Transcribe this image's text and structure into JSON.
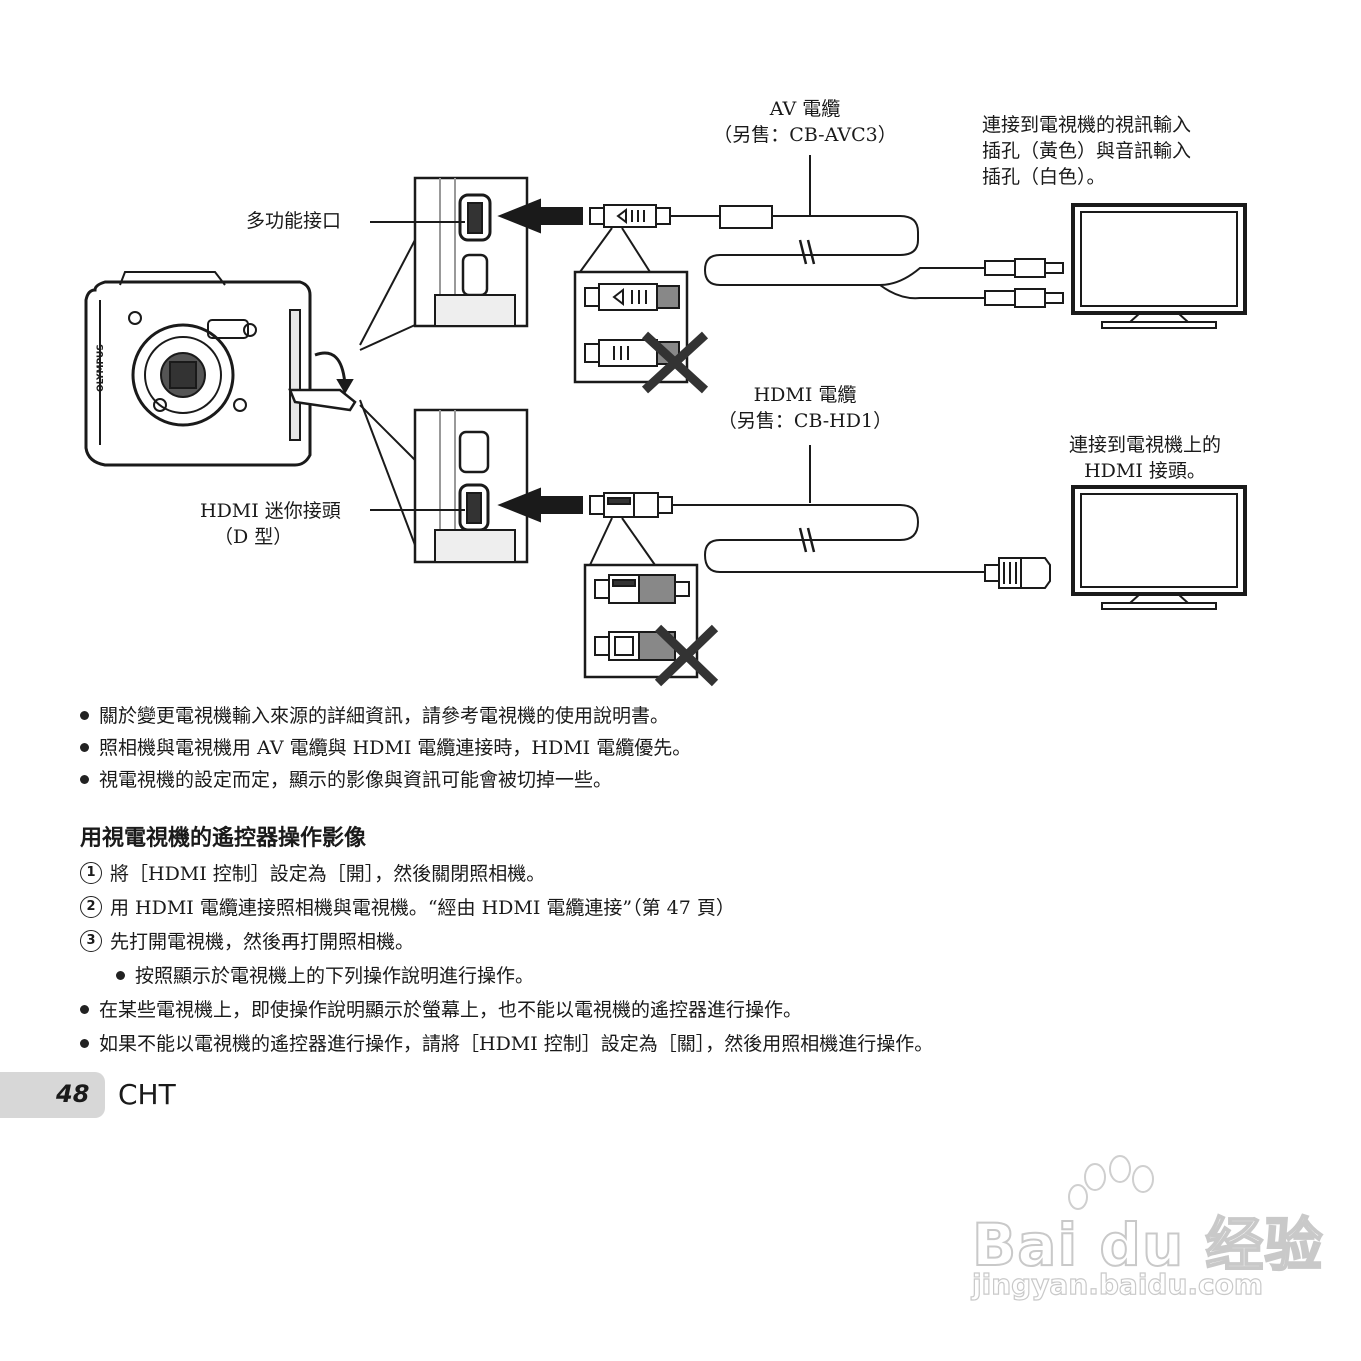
{
  "labels": {
    "av_cable": [
      "AV 電纜",
      "（另售：CB-AVC3）"
    ],
    "av_tv": [
      "連接到電視機的視訊輸入",
      "插孔（黃色）與音訊輸入",
      "插孔（白色）。"
    ],
    "multi_connector": "多功能接口",
    "hdmi_cable": [
      "HDMI 電纜",
      "（另售：CB-HD1）"
    ],
    "hdmi_tv": [
      "連接到電視機上的",
      "HDMI 接頭。"
    ],
    "hdmi_connector": [
      "HDMI 迷你接頭",
      "（D 型）"
    ],
    "camera_brand": "OLYMPUS"
  },
  "notes": [
    "關於變更電視機輸入來源的詳細資訊，請參考電視機的使用說明書。",
    "照相機與電視機用 AV 電纜與 HDMI 電纜連接時，HDMI 電纜優先。",
    "視電視機的設定而定，顯示的影像與資訊可能會被切掉一些。"
  ],
  "section": {
    "title": "用視電視機的遙控器操作影像",
    "steps": [
      {
        "num": "1",
        "text": "將［HDMI 控制］設定為［開］，然後關閉照相機。"
      },
      {
        "num": "2",
        "text": "用 HDMI 電纜連接照相機與電視機。“經由 HDMI 電纜連接”（第 47 頁）"
      },
      {
        "num": "3",
        "text": "先打開電視機，然後再打開照相機。"
      }
    ],
    "sub_bullet": "按照顯示於電視機上的下列操作說明進行操作。",
    "notes": [
      "在某些電視機上，即使操作說明顯示於螢幕上，也不能以電視機的遙控器進行操作。",
      "如果不能以電視機的遙控器進行操作，請將［HDMI 控制］設定為［關］，然後用照相機進行操作。"
    ]
  },
  "footer": {
    "page_number": "48",
    "language": "CHT"
  },
  "watermark": {
    "brand": "Bai du 经验",
    "url": "jingyan.baidu.com"
  }
}
